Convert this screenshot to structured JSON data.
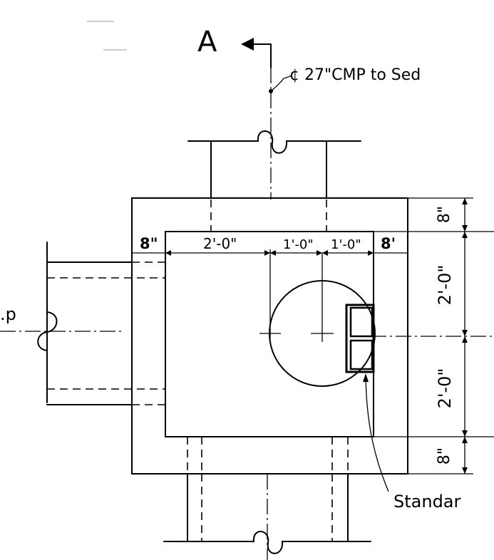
{
  "section_marker": "A",
  "pipe_top_label": "¢ 27\"CMP to Sed",
  "pipe_left_label": ".p",
  "inlet_label": "Standar",
  "dimensions": {
    "wall_left": "8\"",
    "inner_left": "2'-0\"",
    "inner_mid": "1'-0\"",
    "inner_right": "1'-0\"",
    "wall_right": "8'",
    "wall_top": "8\"",
    "inner_upper": "2'-0\"",
    "inner_lower": "2'-0\"",
    "wall_bottom": "8\""
  }
}
